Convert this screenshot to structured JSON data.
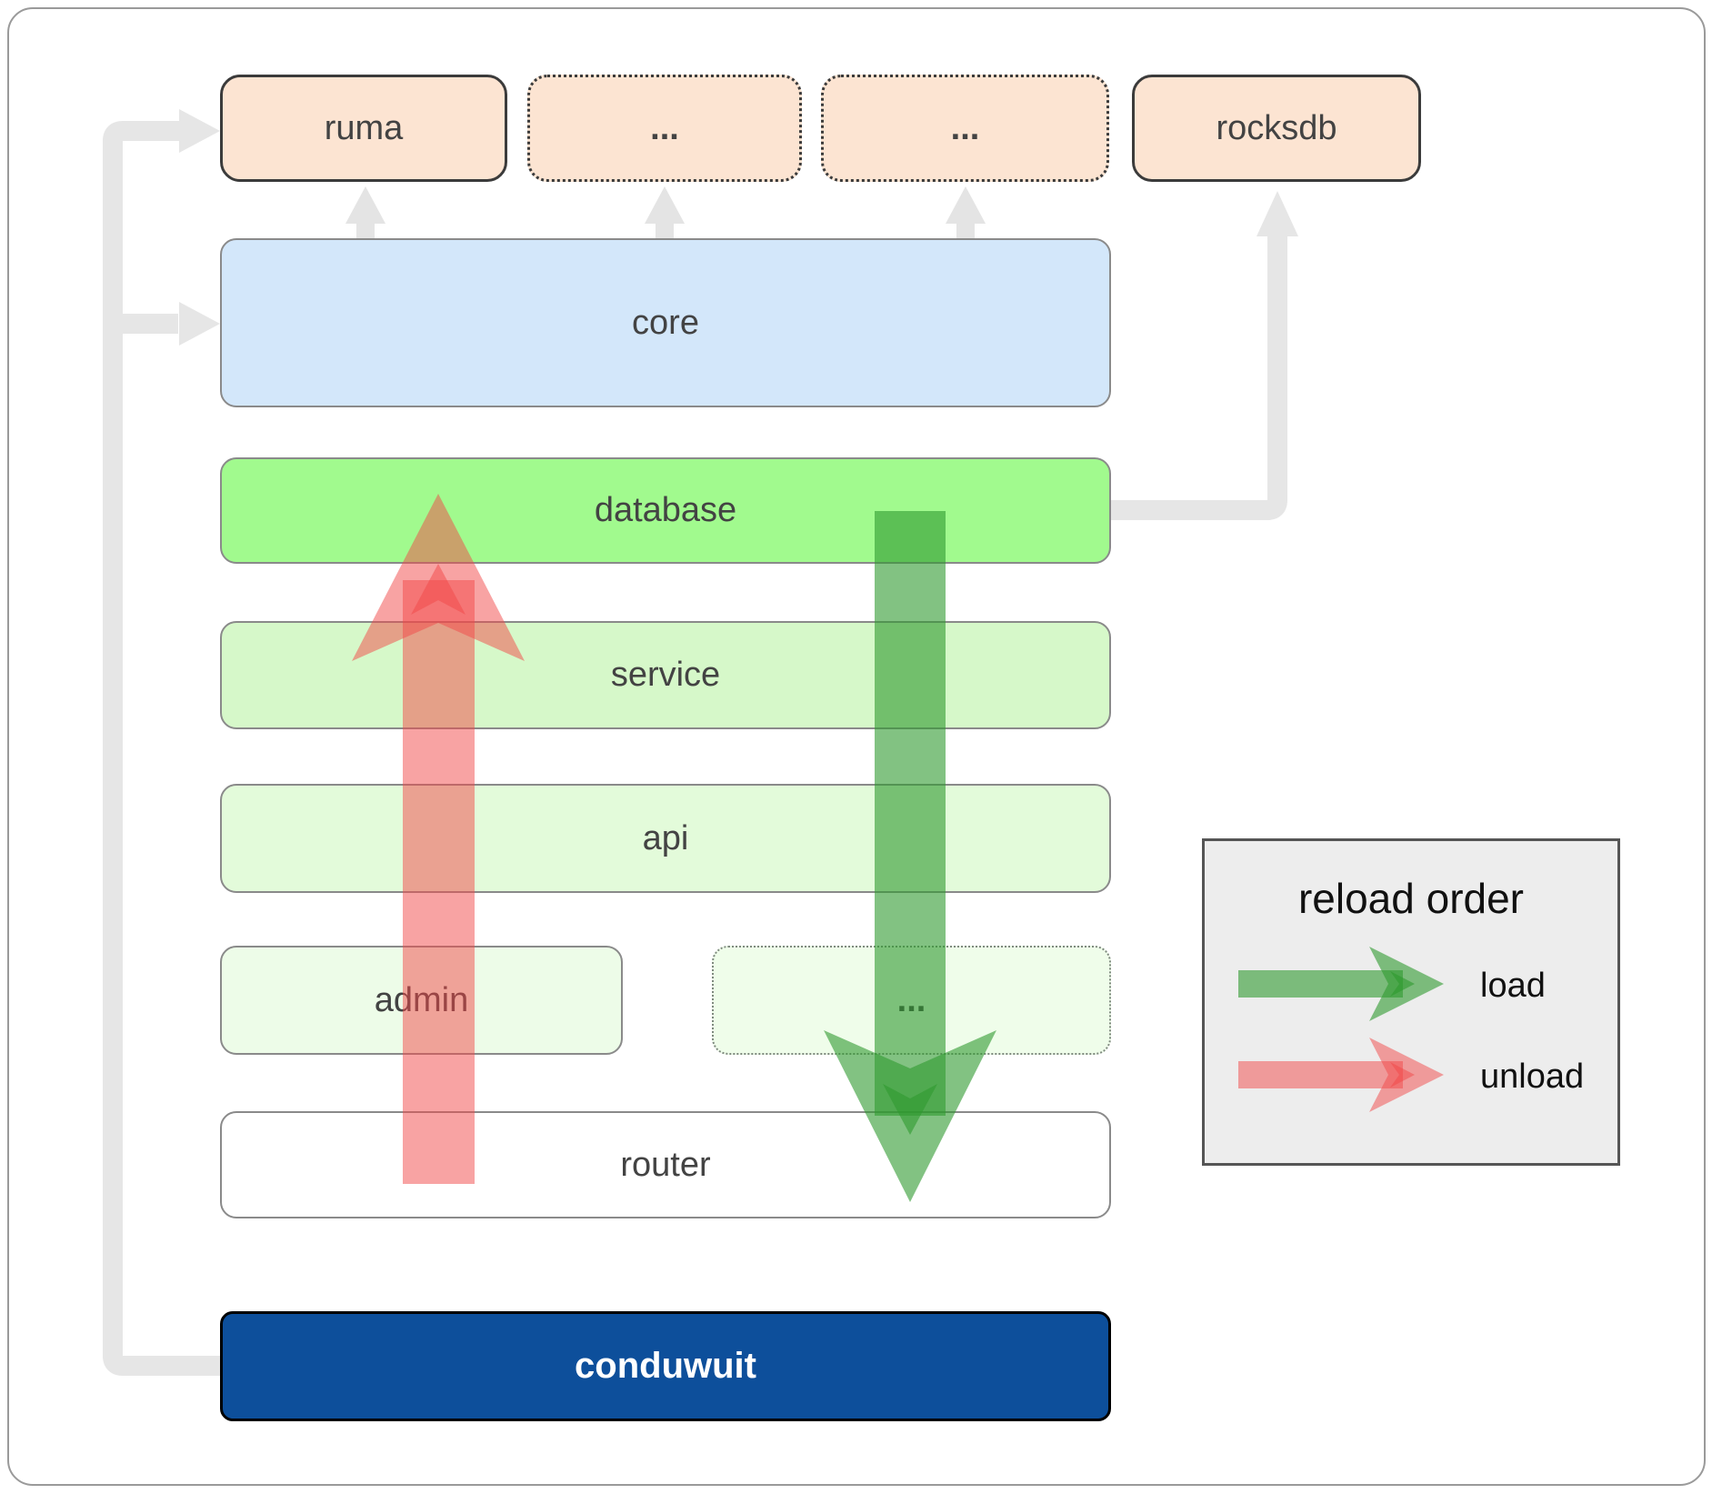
{
  "diagram": {
    "nodes": {
      "ruma": "ruma",
      "etc_top_1": "...",
      "etc_top_2": "...",
      "rocksdb": "rocksdb",
      "core": "core",
      "database": "database",
      "service": "service",
      "api": "api",
      "admin": "admin",
      "etc_bottom": "...",
      "router": "router",
      "conduwuit": "conduwuit"
    },
    "legend": {
      "title": "reload order",
      "load_label": "load",
      "unload_label": "unload"
    },
    "colors": {
      "load_arrow": "#2e992e",
      "unload_arrow": "#f24848",
      "connector_gray": "#e6e6e6",
      "core_fill": "#d3e7fa",
      "database_fill": "#a1fa8e",
      "service_fill": "#d6f8c9",
      "api_fill": "#e3fbda",
      "admin_fill": "#edfce8",
      "router_fill": "#ffffff",
      "peach_fill": "#fce4d2",
      "conduwuit_fill": "#0d4f9b",
      "legend_fill": "#ededed"
    }
  }
}
